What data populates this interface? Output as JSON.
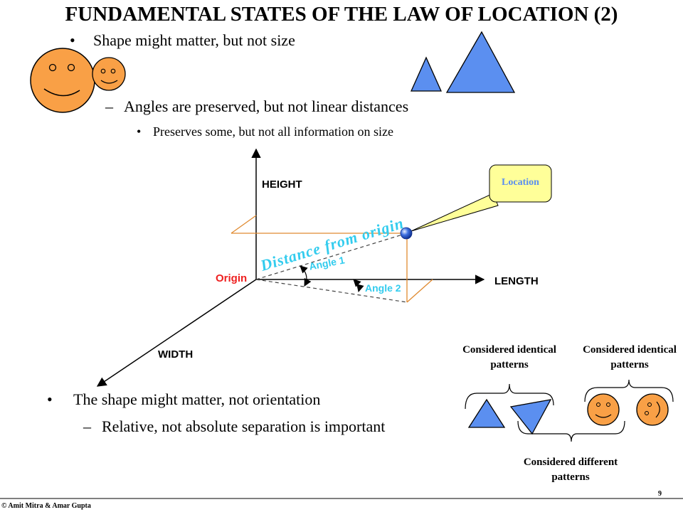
{
  "title": "FUNDAMENTAL STATES OF THE LAW OF LOCATION (2)",
  "bullets": {
    "b1": "Shape might matter, but not size",
    "b1_sub": "Angles are preserved, but not linear distances",
    "b1_subsub": "Preserves some, but not all information on size",
    "b2": "The shape might matter, not orientation",
    "b2_sub": "Relative, not absolute separation is important"
  },
  "diagram": {
    "height_label": "HEIGHT",
    "length_label": "LENGTH",
    "width_label": "WIDTH",
    "origin_label": "Origin",
    "angle1_label": "Angle 1",
    "angle2_label": "Angle 2",
    "distance_label": "Distance from origin",
    "location_label": "Location"
  },
  "patterns": {
    "identical_1": "Considered identical patterns",
    "identical_2": "Considered identical patterns",
    "different": "Considered different patterns"
  },
  "footer": {
    "copyright": "© Amit Mitra & Amar Gupta",
    "page_number": "9"
  },
  "colors": {
    "smiley_fill": "#f9a046",
    "triangle_fill": "#5b8ff0",
    "axis_orange": "#e08a30",
    "angle_cyan": "#33ccee",
    "origin_red": "#ee2020",
    "callout_fill": "#ffff99",
    "callout_text": "#5b8ff0"
  }
}
